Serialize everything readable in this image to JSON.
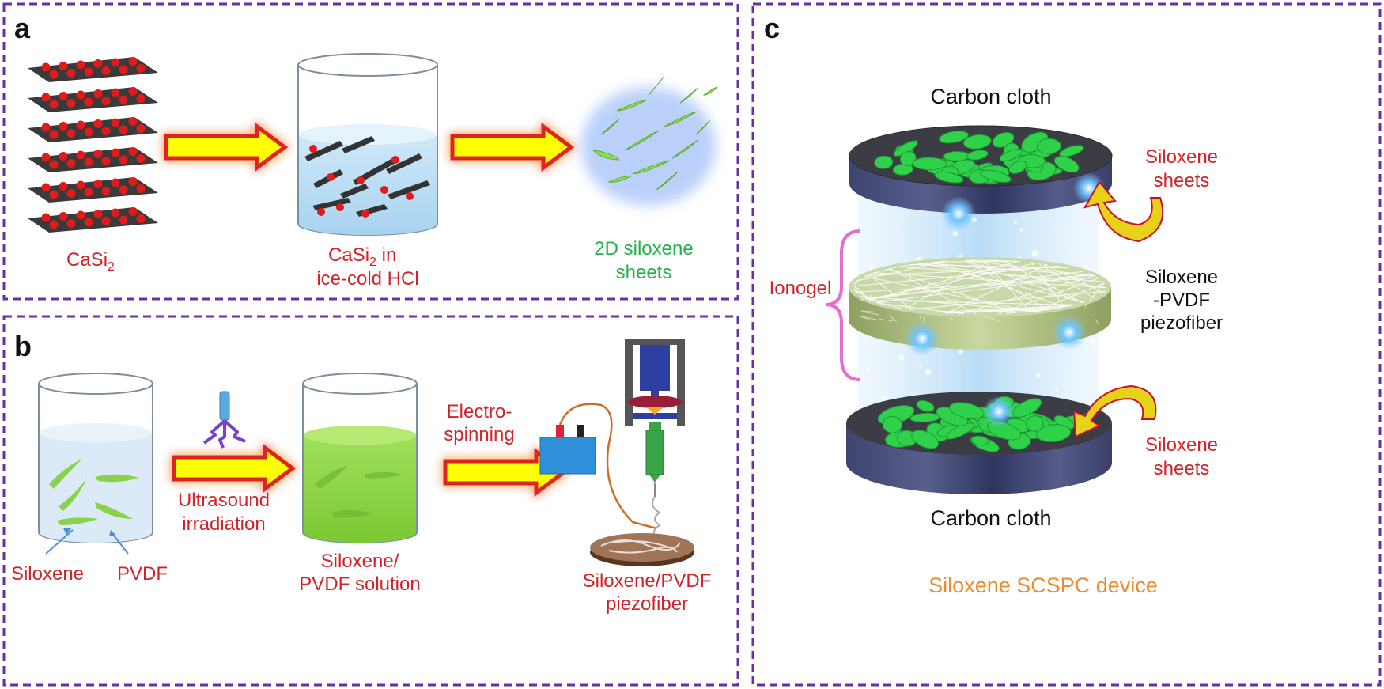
{
  "colors": {
    "frame": "#6a2fa0",
    "red_label": "#d2232a",
    "green_label": "#22b24a",
    "orange_label": "#f08a2e",
    "black_label": "#111111",
    "brace": "#e46ed0"
  },
  "panels": {
    "a": {
      "letter": "a",
      "casi2_base": "CaSi",
      "casi2_sub": "2",
      "beaker_base": "CaSi",
      "beaker_sub": "2",
      "beaker_rest": " in",
      "beaker_line2": "ice-cold HCl",
      "product_line1": "2D siloxene",
      "product_line2": "sheets"
    },
    "b": {
      "letter": "b",
      "siloxene_label": "Siloxene",
      "pvdf_label": "PVDF",
      "ultrasound_line1": "Ultrasound",
      "ultrasound_line2": "irradiation",
      "solution_line1": "Siloxene/",
      "solution_line2": "PVDF solution",
      "electro_line1": "Electro-",
      "electro_line2": "spinning",
      "fiber_line1": "Siloxene/PVDF",
      "fiber_line2": "piezofiber"
    },
    "c": {
      "letter": "c",
      "top_carbon": "Carbon cloth",
      "bottom_carbon": "Carbon cloth",
      "top_sheets_line1": "Siloxene",
      "top_sheets_line2": "sheets",
      "bottom_sheets_line1": "Siloxene",
      "bottom_sheets_line2": "sheets",
      "ionogel": "Ionogel",
      "fiber_line1": "Siloxene",
      "fiber_line2": "-PVDF",
      "fiber_line3": "piezofiber",
      "device_caption": "Siloxene SCSPC device"
    }
  }
}
